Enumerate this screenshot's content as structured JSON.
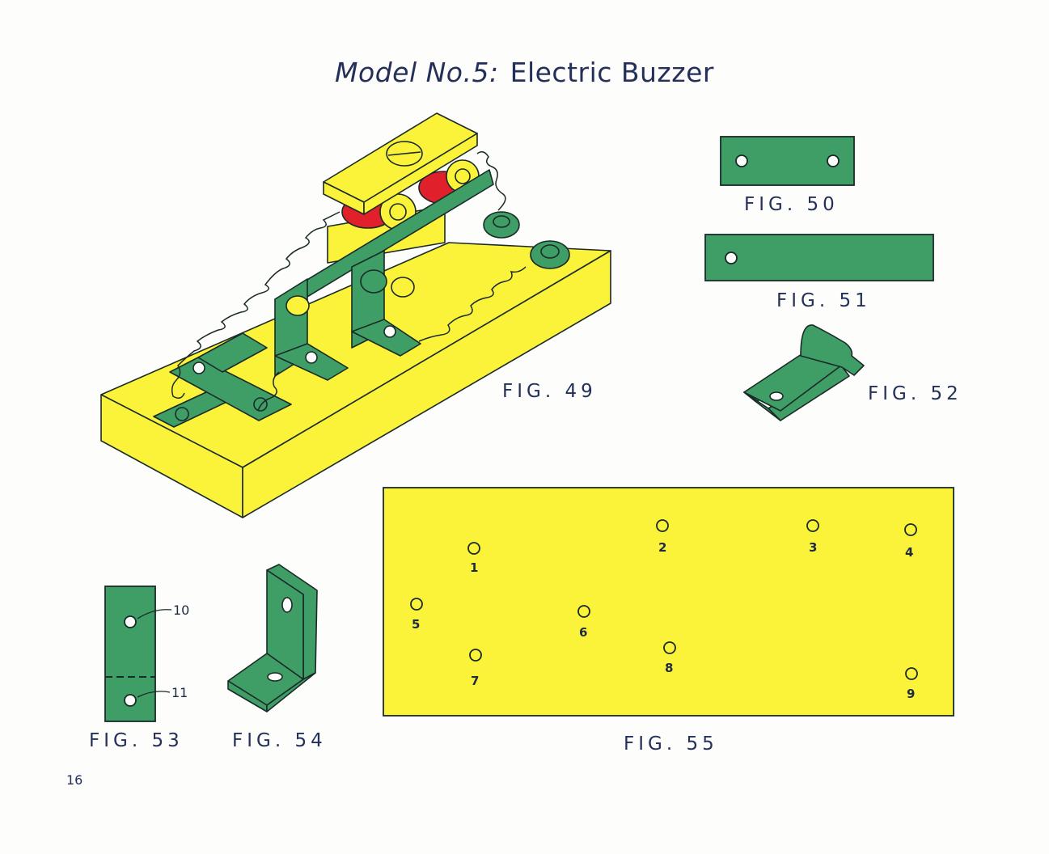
{
  "title": {
    "italic": "Model No.5:",
    "main": "Electric Buzzer"
  },
  "captions": {
    "fig49": "FIG. 49",
    "fig50": "FIG. 50",
    "fig51": "FIG. 51",
    "fig52": "FIG. 52",
    "fig53": "FIG. 53",
    "fig54": "FIG. 54",
    "fig55": "FIG. 55"
  },
  "fig53_callouts": [
    "10",
    "11"
  ],
  "fig55_holes": [
    "1",
    "2",
    "3",
    "4",
    "5",
    "6",
    "7",
    "8",
    "9"
  ],
  "page_number": "16",
  "colors": {
    "yellow": "#fbf33a",
    "green": "#3f9e65",
    "red": "#e0202a",
    "outline": "#1a2a28"
  }
}
